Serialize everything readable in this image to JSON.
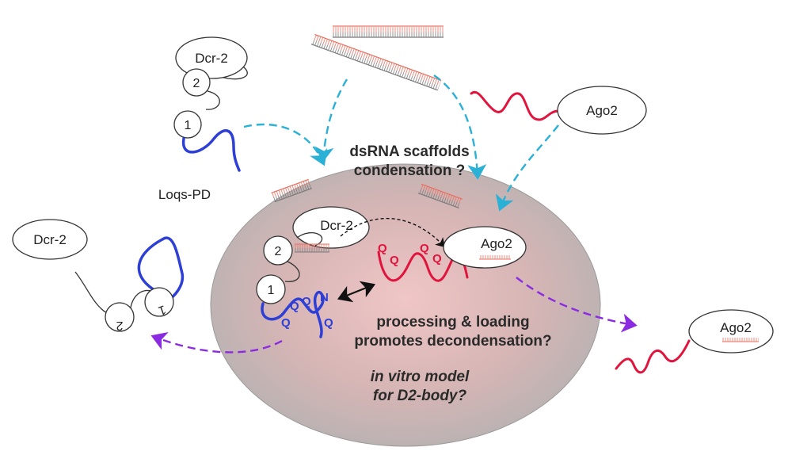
{
  "colors": {
    "scaffold_arrow": "#2BB0D6",
    "release_arrow": "#8A2BE2",
    "rna_red": "#E0143C",
    "loqs_blue": "#2E3FD6",
    "condensate_fill": "#D9B3B3",
    "dsrna_sense": "#E87060",
    "dsrna_antisense": "#7A7A7A"
  },
  "labels": {
    "dcr2_top": "Dcr-2",
    "dcr2_inside": "Dcr-2",
    "dcr2_left": "Dcr-2",
    "ago2_top": "Ago2",
    "ago2_inside": "Ago2",
    "ago2_right": "Ago2",
    "loqs": "Loqs-PD",
    "domain_2_top": "2",
    "domain_1_top": "1",
    "domain_2_inside": "2",
    "domain_1_inside": "1",
    "domain_2_left": "2",
    "domain_1_left": "1",
    "q": "Q",
    "n": "N"
  },
  "captions": {
    "dsrna_line1": "dsRNA scaffolds",
    "dsrna_line2": "condensation ?",
    "processing_line1": "processing & loading",
    "processing_line2": "promotes decondensation?",
    "model_line1": "in vitro model",
    "model_line2": "for D2-body?"
  },
  "icons": [
    "dsrna-duplex-icon",
    "ssrna-strand-icon",
    "double-headed-arrow-icon",
    "dashed-arrow-icon"
  ]
}
